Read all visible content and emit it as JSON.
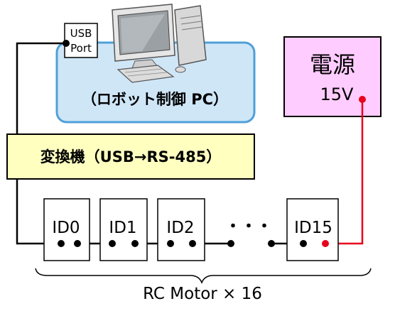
{
  "pc": {
    "usb_port_line1": "USB",
    "usb_port_line2": "Port",
    "label": "（ロボット制御 PC）"
  },
  "converter": {
    "label": "変換機（USB→RS-485）"
  },
  "power": {
    "title": "電源",
    "voltage": "15V"
  },
  "motors": {
    "ids": [
      "ID0",
      "ID1",
      "ID2",
      "ID15"
    ],
    "ellipsis": "・・・",
    "caption": "RC Motor × 16"
  },
  "colors": {
    "pc_panel_fill": "#cfe6f7",
    "pc_panel_stroke": "#4fa0d8",
    "converter_fill": "#ffffc0",
    "power_fill": "#ffccff",
    "power_wire": "#e8001c",
    "bus_wire": "#000000"
  }
}
